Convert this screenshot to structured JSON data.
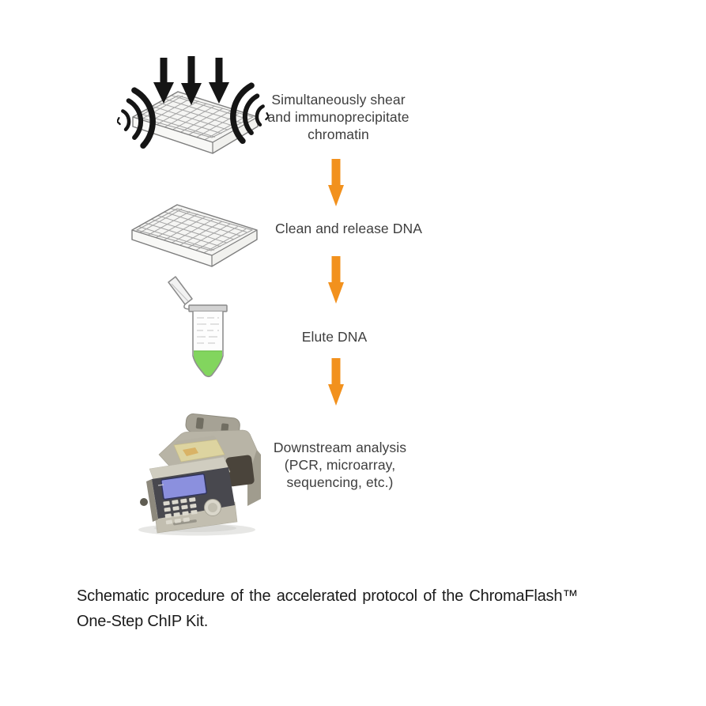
{
  "figure_title": "ChromaFlash One-Step ChIP Kit accelerated protocol",
  "steps": [
    {
      "icon": "sonicated-microplate-icon",
      "label": "Simultaneously shear\nand immunoprecipitate\nchromatin"
    },
    {
      "icon": "microplate-icon",
      "label": "Clean and release DNA"
    },
    {
      "icon": "microcentrifuge-tube-icon",
      "label": "Elute DNA"
    },
    {
      "icon": "pcr-thermocycler-icon",
      "label": "Downstream analysis\n(PCR, microarray,\nsequencing, etc.)"
    }
  ],
  "connector": "orange-down-arrow",
  "caption": {
    "line1": "Schematic procedure of the accelerated protocol of the ChromaFlash™",
    "line2": "One-Step ChIP Kit."
  },
  "colors": {
    "arrow": "#F2911D",
    "liquid": "#82D55E",
    "lcd": "#8B90DE",
    "black_ink": "#151515",
    "label_text": "#3E3E3E",
    "caption_text": "#1B1B1B"
  }
}
